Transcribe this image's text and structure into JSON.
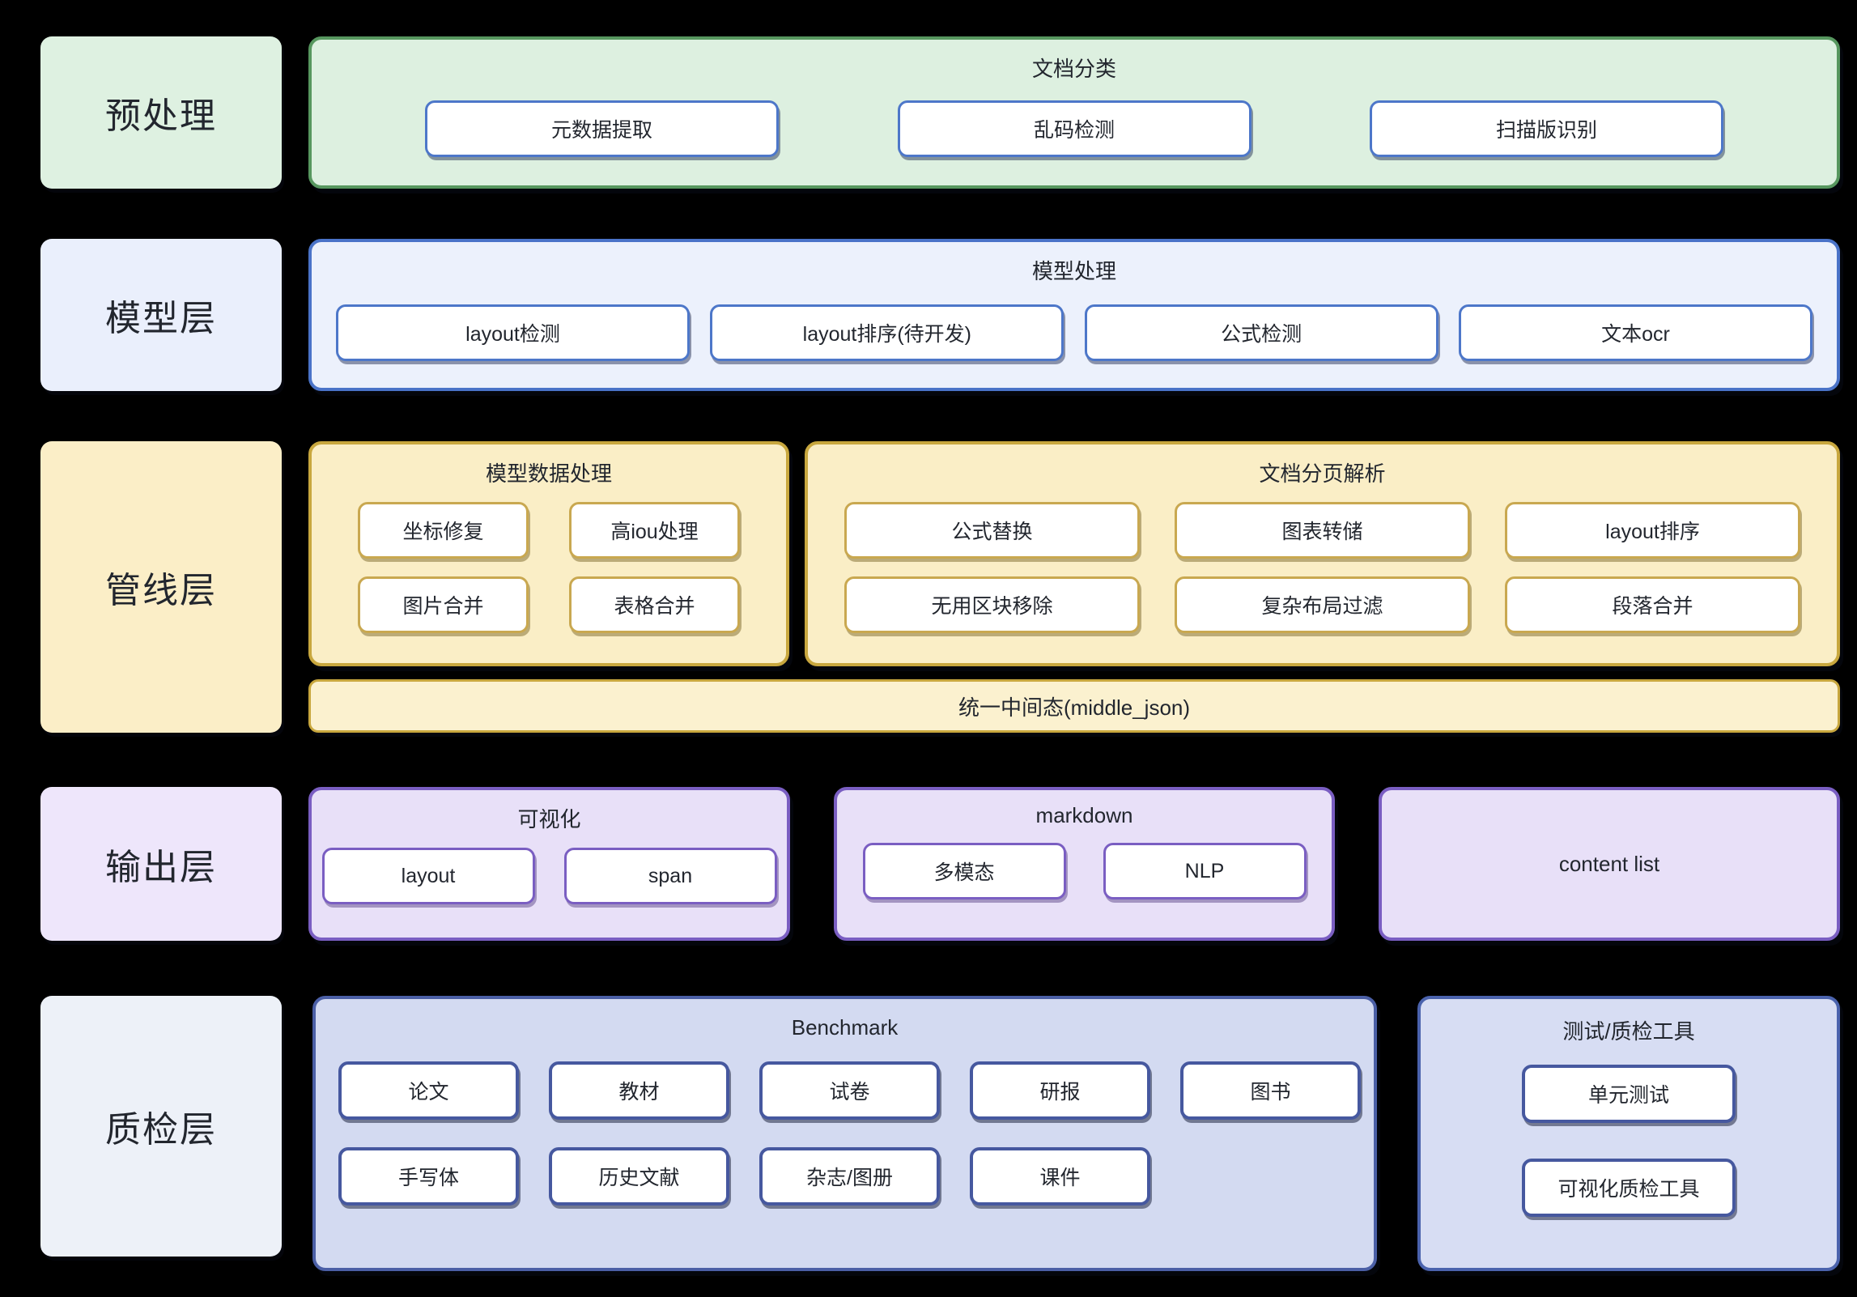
{
  "layers": {
    "preprocess": {
      "label": "预处理",
      "group": {
        "title": "文档分类",
        "items": [
          "元数据提取",
          "乱码检测",
          "扫描版识别"
        ]
      }
    },
    "model": {
      "label": "模型层",
      "group": {
        "title": "模型处理",
        "items": [
          "layout检测",
          "layout排序(待开发)",
          "公式检测",
          "文本ocr"
        ]
      }
    },
    "pipeline": {
      "label": "管线层",
      "model_data": {
        "title": "模型数据处理",
        "items": [
          "坐标修复",
          "高iou处理",
          "图片合并",
          "表格合并"
        ]
      },
      "page_parse": {
        "title": "文档分页解析",
        "items": [
          "公式替换",
          "图表转储",
          "layout排序",
          "无用区块移除",
          "复杂布局过滤",
          "段落合并"
        ]
      },
      "bar": "统一中间态(middle_json)"
    },
    "output": {
      "label": "输出层",
      "visualization": {
        "title": "可视化",
        "items": [
          "layout",
          "span"
        ]
      },
      "markdown": {
        "title": "markdown",
        "items": [
          "多模态",
          "NLP"
        ]
      },
      "content_list": {
        "title": "content list"
      }
    },
    "qa": {
      "label": "质检层",
      "benchmark": {
        "title": "Benchmark",
        "row1": [
          "论文",
          "教材",
          "试卷",
          "研报",
          "图书"
        ],
        "row2": [
          "手写体",
          "历史文献",
          "杂志/图册",
          "课件"
        ]
      },
      "tools": {
        "title": "测试/质检工具",
        "items": [
          "单元测试",
          "可视化质检工具"
        ]
      }
    }
  },
  "colors": {
    "background": "#000000",
    "green_border": "#57975f",
    "green_fill": "#ddf0e0",
    "blue_border": "#4a73c8",
    "blue_fill": "#ecf1fc",
    "gold_border": "#c8a73e",
    "gold_fill": "#faeec6",
    "purple_border": "#7a5ec2",
    "purple_fill": "#e8e0f8",
    "indigo_border": "#4b5fa6",
    "indigo_fill": "#d3daf1",
    "node_blue_border": "#4d77c9",
    "node_gold_border": "#c9a850",
    "node_purple_border": "#7a5ec2",
    "node_indigo_border": "#46589f",
    "node_fill": "#ffffff",
    "text": "#22262e"
  }
}
